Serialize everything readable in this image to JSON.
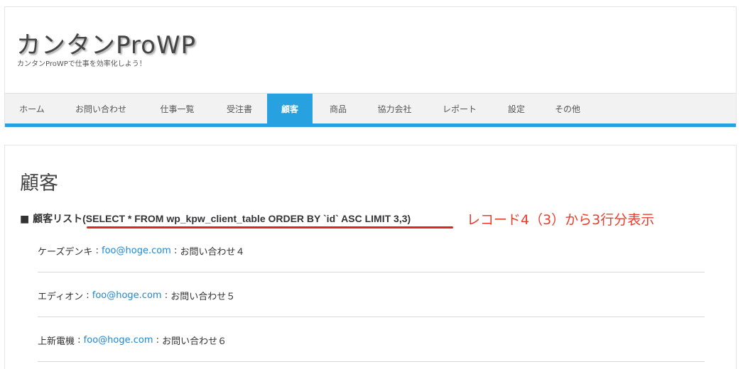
{
  "site": {
    "title": "カンタンProWP",
    "tagline": "カンタンProWPで仕事を効率化しよう！"
  },
  "nav": {
    "items": [
      {
        "label": "ホーム"
      },
      {
        "label": "お問い合わせ"
      },
      {
        "label": "仕事一覧"
      },
      {
        "label": "受注書"
      },
      {
        "label": "顧客",
        "active": true
      },
      {
        "label": "商品"
      },
      {
        "label": "協力会社"
      },
      {
        "label": "レポート"
      },
      {
        "label": "設定"
      },
      {
        "label": "その他"
      }
    ],
    "accent_color": "#27a1df"
  },
  "main": {
    "page_title": "顧客",
    "list_heading_prefix": "■ 顧客リスト",
    "list_heading_sql": "(SELECT * FROM wp_kpw_client_table ORDER BY `id` ASC LIMIT 3,3)",
    "annotation": "レコード4（3）から3行分表示",
    "annotation_color": "#e83c2e",
    "clients": [
      {
        "name": "ケーズデンキ",
        "email": "foo@hoge.com",
        "subject": "お問い合わせ４"
      },
      {
        "name": "エディオン",
        "email": "foo@hoge.com",
        "subject": "お問い合わせ５"
      },
      {
        "name": "上新電機",
        "email": "foo@hoge.com",
        "subject": "お問い合わせ６"
      }
    ]
  }
}
